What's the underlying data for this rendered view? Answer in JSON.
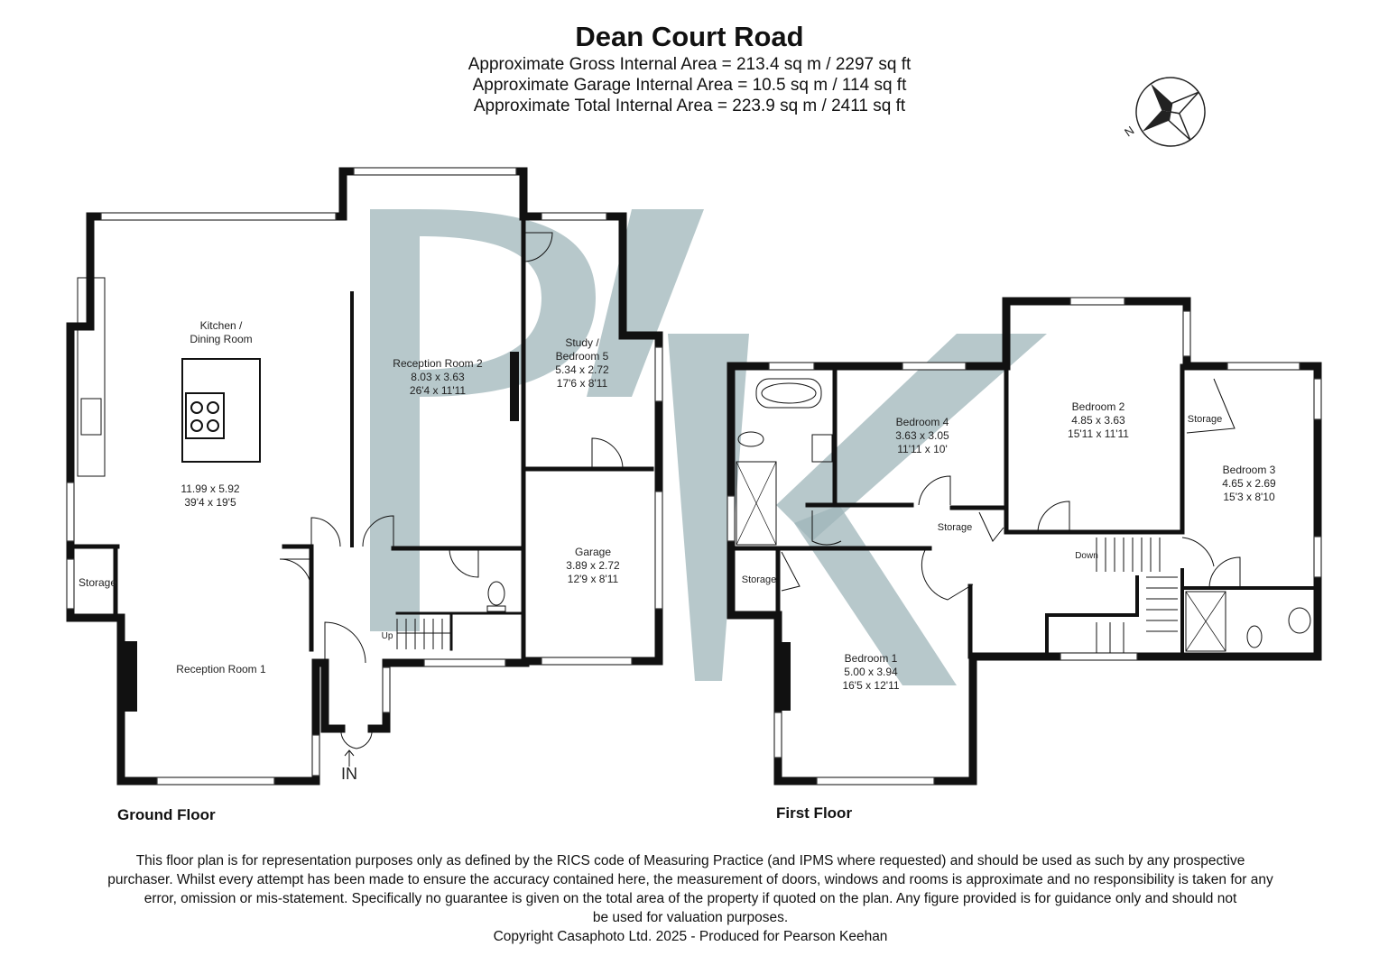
{
  "header": {
    "title": "Dean Court Road",
    "gross_area": "Approximate Gross Internal Area = 213.4 sq m / 2297 sq ft",
    "garage_area": "Approximate Garage Internal Area = 10.5 sq m / 114 sq ft",
    "total_area": "Approximate Total Internal Area = 223.9 sq m / 2411 sq ft"
  },
  "compass": {
    "label": "N",
    "icon": "compass-rose-icon"
  },
  "watermark": {
    "letters": "PK",
    "color": "#9fb5ba"
  },
  "ground_floor": {
    "label": "Ground Floor",
    "entrance": "IN",
    "stairs": "Up",
    "rooms": {
      "kitchen_name_1": "Kitchen /",
      "kitchen_name_2": "Dining Room",
      "kitchen_metric": "11.99 x 5.92",
      "kitchen_imperial": "39'4 x 19'5",
      "storage": "Storage",
      "reception1": "Reception Room 1",
      "reception2_name": "Reception Room 2",
      "reception2_metric": "8.03 x 3.63",
      "reception2_imperial": "26'4 x 11'11",
      "study_name_1": "Study /",
      "study_name_2": "Bedroom 5",
      "study_metric": "5.34 x 2.72",
      "study_imperial": "17'6 x 8'11",
      "garage_name": "Garage",
      "garage_metric": "3.89 x 2.72",
      "garage_imperial": "12'9 x 8'11"
    }
  },
  "first_floor": {
    "label": "First Floor",
    "stairs": "Down",
    "rooms": {
      "bed4_name": "Bedroom 4",
      "bed4_metric": "3.63 x 3.05",
      "bed4_imperial": "11'11 x 10'",
      "bed2_name": "Bedroom 2",
      "bed2_metric": "4.85 x 3.63",
      "bed2_imperial": "15'11 x 11'11",
      "bed3_name": "Bedroom 3",
      "bed3_metric": "4.65 x 2.69",
      "bed3_imperial": "15'3 x 8'10",
      "bed1_name": "Bedroom 1",
      "bed1_metric": "5.00 x 3.94",
      "bed1_imperial": "16'5 x 12'11",
      "storage_a": "Storage",
      "storage_b": "Storage",
      "storage_c": "Storage"
    }
  },
  "footer": {
    "line1": "This floor plan is for representation purposes only as defined by the RICS code of Measuring Practice (and IPMS where requested) and should be used as such by any prospective",
    "line2": "purchaser. Whilst every attempt has been made to ensure the accuracy contained here, the measurement of doors, windows and rooms is approximate and no responsibility is taken for any",
    "line3": "error, omission or mis-statement. Specifically no guarantee is given on the total area of the property if quoted on the plan. Any figure provided is for guidance only and should not",
    "line4": "be used for valuation purposes.",
    "copyright": "Copyright Casaphoto Ltd. 2025 - Produced for Pearson Keehan"
  }
}
